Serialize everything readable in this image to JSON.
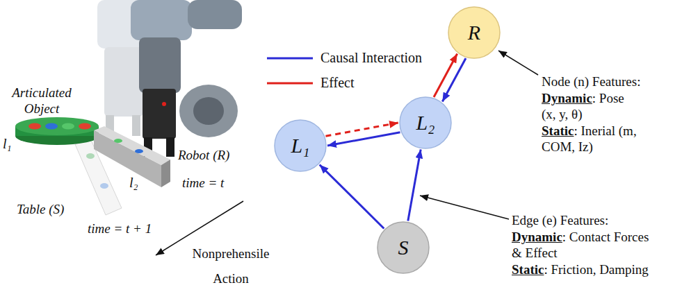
{
  "diagram": {
    "nodes": [
      {
        "text": [
          "R"
        ]
      },
      {
        "text": [
          "L₂"
        ]
      },
      {
        "text": [
          "L₁"
        ]
      },
      {
        "text": [
          "S"
        ]
      }
    ],
    "edges": [
      {
        "from": 0,
        "to": 1,
        "arrow": "to"
      },
      {
        "from": 1,
        "to": 0,
        "arrow": "to"
      },
      {
        "from": 1,
        "to": 2,
        "arrow": "to"
      },
      {
        "from": 2,
        "to": 1,
        "arrow": "to"
      },
      {
        "from": 3,
        "to": 2,
        "arrow": "to"
      },
      {
        "from": 3,
        "to": 1,
        "arrow": "to"
      }
    ],
    "labels": [
      "Articulated Object",
      "l₁",
      "Table (S)",
      "l₂",
      "Robot (R)",
      "time = t",
      "time = t + 1",
      "Nonprehensile Action",
      "Node (n) Features:",
      "Dynamic",
      ": Pose (x, y, θ)",
      "Static",
      ": Inerial (m, COM, Iz)",
      "Edge (e) Features:",
      "Dynamic",
      ": Contact Forces & Effect",
      "Static",
      ": Friction, Damping"
    ],
    "legend": [
      {
        "text": "Causal Interaction"
      },
      {
        "text": "Effect"
      }
    ]
  }
}
